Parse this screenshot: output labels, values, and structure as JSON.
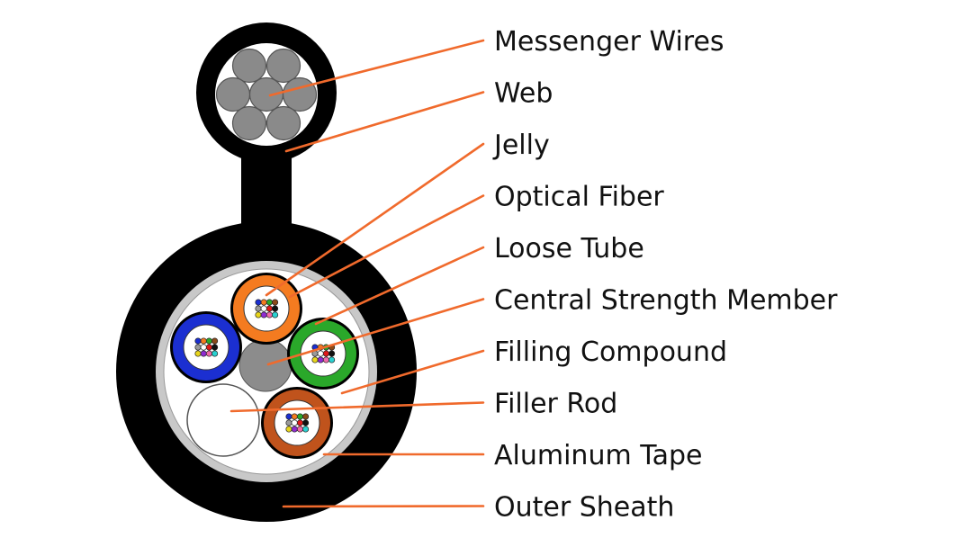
{
  "colors": {
    "sheath": "#000000",
    "leader": "#f06a2c",
    "messenger_wire": "#8a8a8a",
    "aluminum_tape": "#c8c8c8",
    "filling_compound": "#ffffff",
    "central_strength_member": "#8c8c8c",
    "text": "#111111"
  },
  "labels": [
    {
      "id": "messenger-wires",
      "text": "Messenger Wires"
    },
    {
      "id": "web",
      "text": "Web"
    },
    {
      "id": "jelly",
      "text": "Jelly"
    },
    {
      "id": "optical-fiber",
      "text": "Optical Fiber"
    },
    {
      "id": "loose-tube",
      "text": "Loose Tube"
    },
    {
      "id": "central-strength-member",
      "text": "Central Strength Member"
    },
    {
      "id": "filling-compound",
      "text": "Filling Compound"
    },
    {
      "id": "filler-rod",
      "text": "Filler Rod"
    },
    {
      "id": "aluminum-tape",
      "text": "Aluminum Tape"
    },
    {
      "id": "outer-sheath",
      "text": "Outer Sheath"
    }
  ],
  "loose_tubes": [
    {
      "name": "top",
      "ring_color": "#f47b20"
    },
    {
      "name": "left",
      "ring_color": "#1b2fd1"
    },
    {
      "name": "right",
      "ring_color": "#2aa82a"
    },
    {
      "name": "bottom",
      "ring_color": "#c0531c"
    }
  ],
  "fiber_colors": [
    "#1b2fd1",
    "#f47b20",
    "#2aa82a",
    "#8b4a1a",
    "#9a9a9a",
    "#ffffff",
    "#e01919",
    "#111111",
    "#e8d51c",
    "#8e2bd1",
    "#f06aa8",
    "#2ad1d1"
  ]
}
